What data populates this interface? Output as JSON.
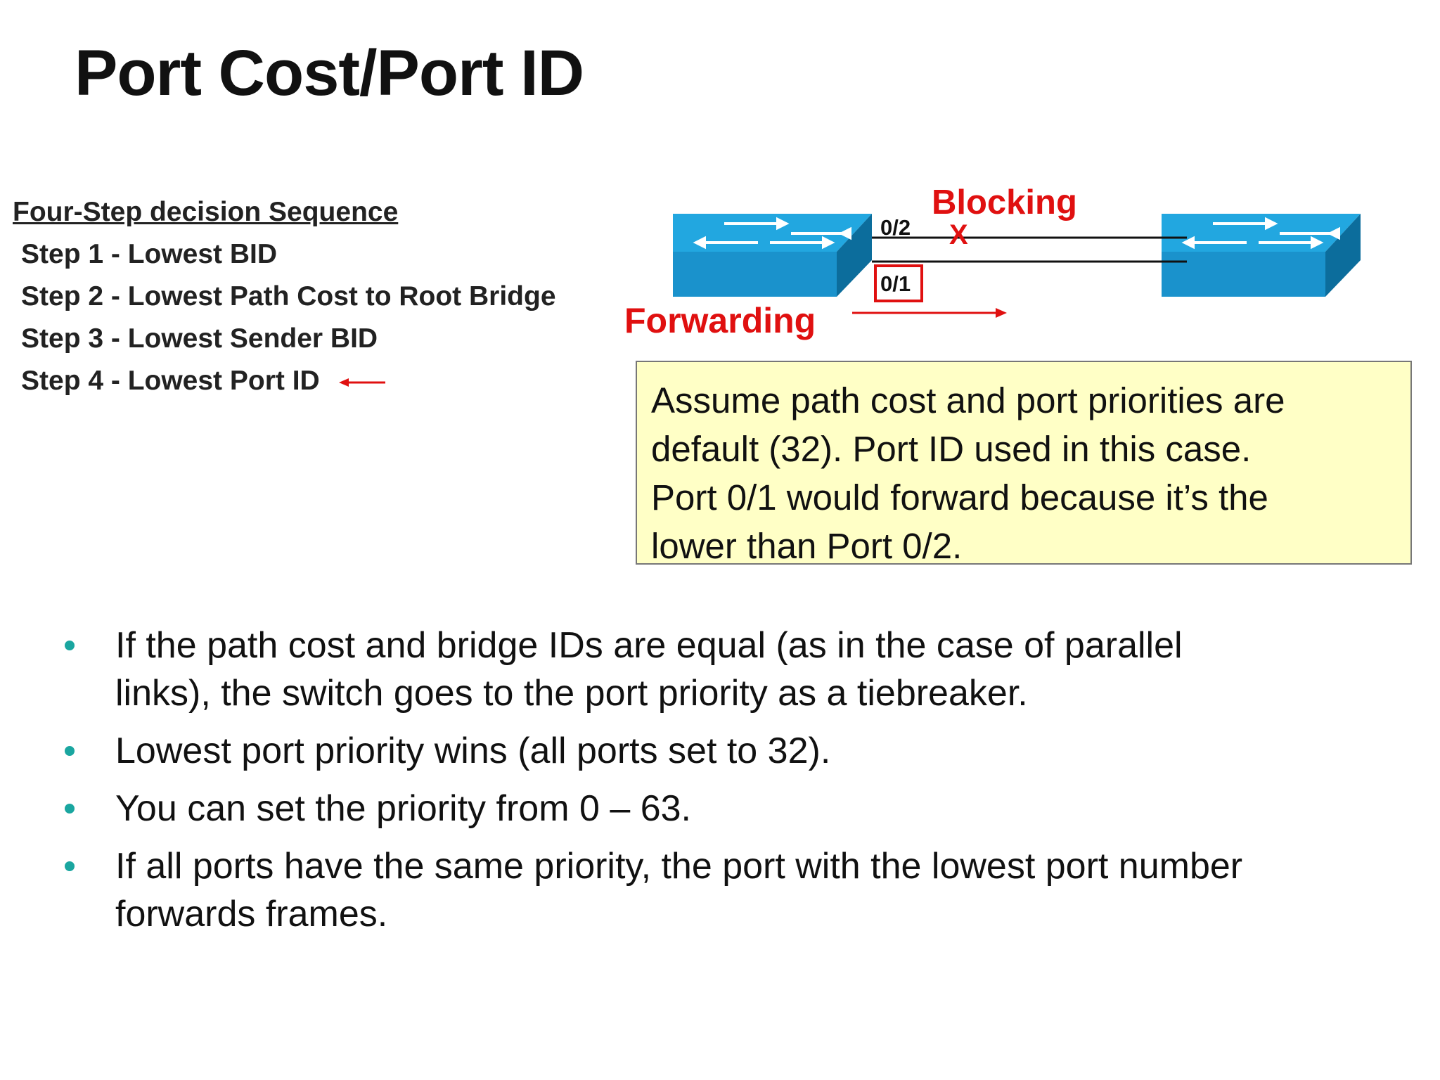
{
  "slide": {
    "title": "Port Cost/Port ID"
  },
  "sequence": {
    "heading": "Four-Step decision Sequence",
    "steps": [
      "Step 1 - Lowest BID",
      "Step 2 - Lowest Path Cost to Root Bridge",
      "Step 3 - Lowest Sender BID",
      "Step 4 - Lowest Port ID"
    ],
    "highlighted_step_index": 3
  },
  "diagram": {
    "port_top": "0/2",
    "port_bottom": "0/1",
    "blocking_label": "Blocking",
    "blocking_mark": "X",
    "forwarding_label": "Forwarding",
    "switch_color": "#1aa0dc",
    "accent_color": "#e01010"
  },
  "note": {
    "lines": [
      "Assume path cost and port priorities are",
      "default (32). Port ID used in this case.",
      "Port 0/1 would forward because it’s the",
      "lower than Port 0/2."
    ]
  },
  "bullets": [
    {
      "lines": [
        "If the path cost and bridge IDs are equal (as in the case of parallel",
        "links), the switch goes to the port priority as a tiebreaker."
      ]
    },
    {
      "lines": [
        "Lowest port priority wins (all ports set to 32)."
      ]
    },
    {
      "lines": [
        "You can set the priority from 0 – 63."
      ]
    },
    {
      "lines": [
        "If all ports have the same priority, the port with the lowest port number",
        "forwards frames."
      ]
    }
  ]
}
